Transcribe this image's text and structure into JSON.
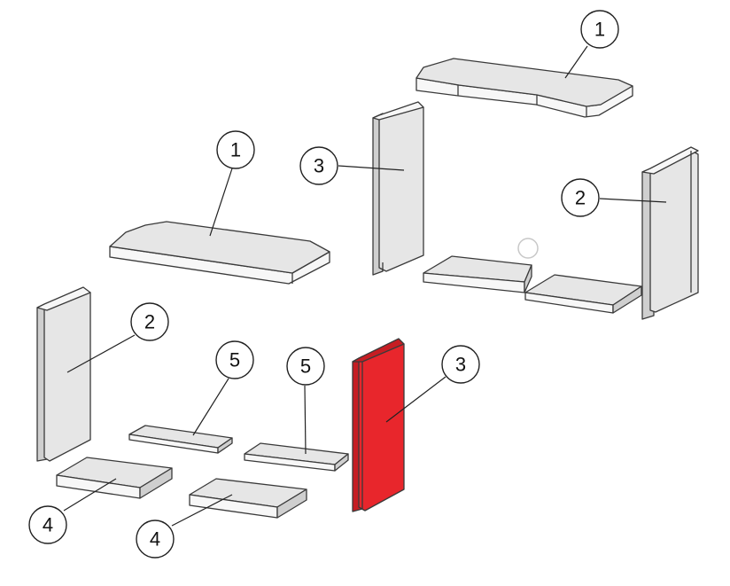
{
  "diagram": {
    "highlight_color": "#e8262c",
    "part_color": "#e6e6e6",
    "callouts": [
      {
        "id": "c1",
        "label": "1"
      },
      {
        "id": "c2",
        "label": "1"
      },
      {
        "id": "c3",
        "label": "3"
      },
      {
        "id": "c4",
        "label": "2"
      },
      {
        "id": "c5",
        "label": "2"
      },
      {
        "id": "c6",
        "label": "5"
      },
      {
        "id": "c7",
        "label": "5"
      },
      {
        "id": "c8",
        "label": "3"
      },
      {
        "id": "c9",
        "label": "4"
      },
      {
        "id": "c10",
        "label": "4"
      }
    ]
  }
}
